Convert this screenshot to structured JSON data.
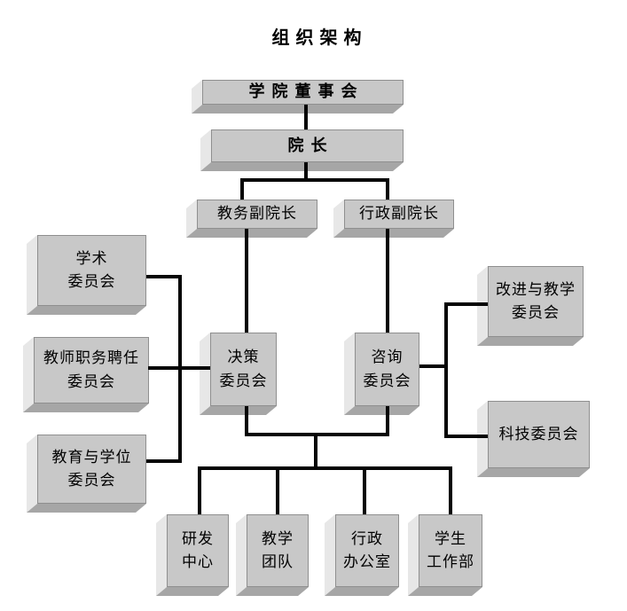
{
  "title": "组织架构",
  "colors": {
    "box_face": "#c8c8c8",
    "box_left_bevel": "#e7e7e7",
    "box_bottom_bevel": "#a6a6a6",
    "connector": "#050505",
    "background": "#ffffff",
    "text": "#000000"
  },
  "nodes": {
    "board": "学院董事会",
    "dean": "院长",
    "vice_academic": "教务副院长",
    "vice_admin": "行政副院长",
    "academic": "学术\n委员会",
    "appointment": "教师职务聘任\n委员会",
    "education_degree": "教育与学位\n委员会",
    "decision": "决策\n委员会",
    "advisory": "咨询\n委员会",
    "improvement": "改进与教学\n委员会",
    "sci_tech": "科技委员会",
    "rd_center": "研发\n中心",
    "teaching_team": "教学\n团队",
    "admin_office": "行政\n办公室",
    "student_affairs": "学生\n工作部"
  },
  "edges": [
    [
      "学院董事会",
      "院长"
    ],
    [
      "院长",
      "教务副院长"
    ],
    [
      "院长",
      "行政副院长"
    ],
    [
      "教务副院长",
      "决策委员会"
    ],
    [
      "行政副院长",
      "咨询委员会"
    ],
    [
      "决策委员会",
      "学术委员会"
    ],
    [
      "决策委员会",
      "教师职务聘任委员会"
    ],
    [
      "决策委员会",
      "教育与学位委员会"
    ],
    [
      "咨询委员会",
      "改进与教学委员会"
    ],
    [
      "咨询委员会",
      "科技委员会"
    ],
    [
      "决策委员会+咨询委员会",
      "研发中心"
    ],
    [
      "决策委员会+咨询委员会",
      "教学团队"
    ],
    [
      "决策委员会+咨询委员会",
      "行政办公室"
    ],
    [
      "决策委员会+咨询委员会",
      "学生工作部"
    ]
  ]
}
